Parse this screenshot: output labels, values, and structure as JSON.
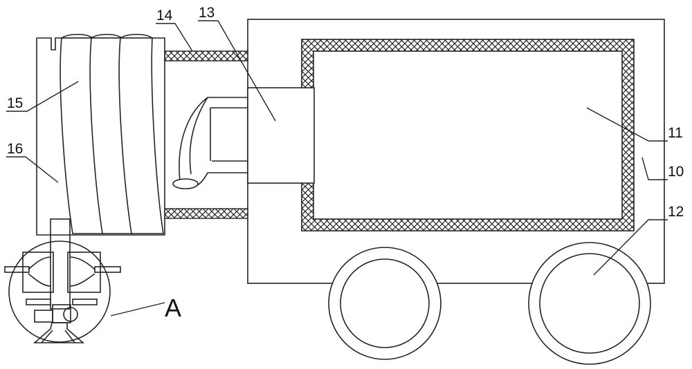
{
  "figure": {
    "labels": {
      "l10": "10",
      "l11": "11",
      "l12": "12",
      "l13": "13",
      "l14": "14",
      "l15": "15",
      "l16": "16",
      "detail": "A"
    }
  }
}
